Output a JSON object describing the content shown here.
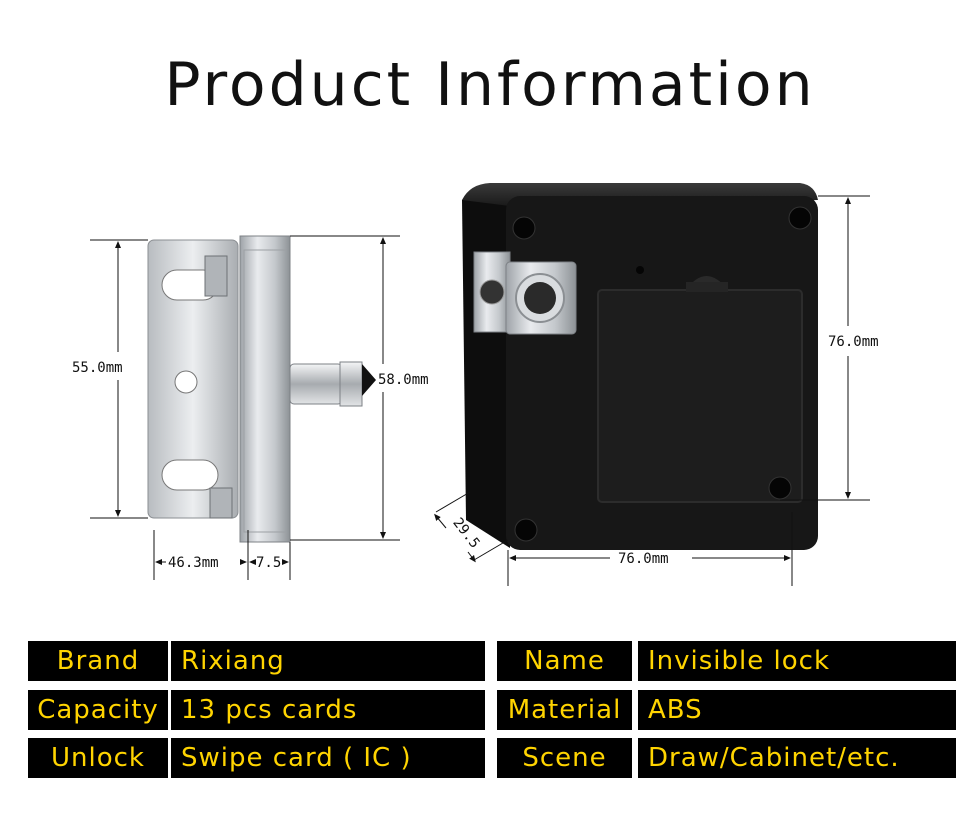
{
  "page": {
    "title": "Product Information"
  },
  "dimensions": {
    "side_height": "55.0mm",
    "bolt_height": "58.0mm",
    "side_width": "46.3mm",
    "bolt_length": "7.5",
    "box_height": "76.0mm",
    "box_width": "76.0mm",
    "box_depth": "29.5"
  },
  "specs": {
    "rows": [
      {
        "left_label": "Brand",
        "left_value": "Rixiang",
        "right_label": "Name",
        "right_value": "Invisible lock"
      },
      {
        "left_label": "Capacity",
        "left_value": "13 pcs cards",
        "right_label": "Material",
        "right_value": "ABS"
      },
      {
        "left_label": "Unlock",
        "left_value": "Swipe card ( IC )",
        "right_label": "Scene",
        "right_value": "Draw/Cabinet/etc."
      }
    ]
  },
  "colors": {
    "table_bg": "#000000",
    "table_text": "#ffd400",
    "lock_body": "#161616",
    "metal": "#cfd2d6"
  }
}
